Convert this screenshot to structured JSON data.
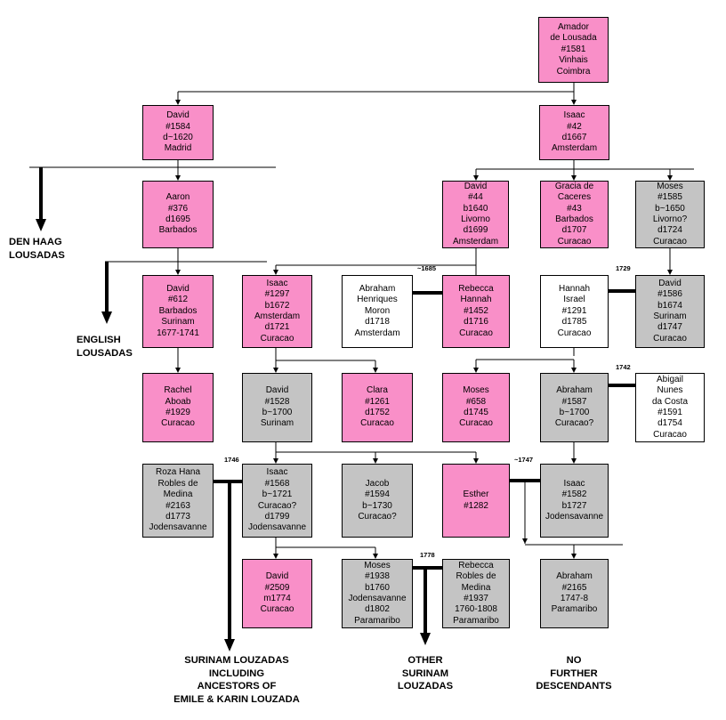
{
  "boxes": [
    {
      "id": "amador",
      "fill": "pink",
      "lines": [
        "Amador",
        "de Lousada",
        "#1581",
        "Vinhais",
        "Coimbra"
      ]
    },
    {
      "id": "david-1584",
      "fill": "pink",
      "lines": [
        "David",
        "#1584",
        "d~1620",
        "Madrid"
      ]
    },
    {
      "id": "isaac-42",
      "fill": "pink",
      "lines": [
        "Isaac",
        "#42",
        "d1667",
        "Amsterdam"
      ]
    },
    {
      "id": "aaron-376",
      "fill": "pink",
      "lines": [
        "Aaron",
        "#376",
        "d1695",
        "Barbados"
      ]
    },
    {
      "id": "david-44",
      "fill": "pink",
      "lines": [
        "David",
        "#44",
        "b1640",
        "Livorno",
        "d1699",
        "Amsterdam"
      ]
    },
    {
      "id": "gracia-43",
      "fill": "pink",
      "lines": [
        "Gracia de",
        "Caceres",
        "#43",
        "Barbados",
        "d1707",
        "Curacao"
      ]
    },
    {
      "id": "moses-1585",
      "fill": "gray",
      "lines": [
        "Moses",
        "#1585",
        "b~1650",
        "Livorno?",
        "d1724",
        "Curacao"
      ]
    },
    {
      "id": "david-612",
      "fill": "pink",
      "lines": [
        "David",
        "#612",
        "Barbados",
        "Surinam",
        "1677-1741"
      ]
    },
    {
      "id": "isaac-1297",
      "fill": "pink",
      "lines": [
        "Isaac",
        "#1297",
        "b1672",
        "Amsterdam",
        "d1721",
        "Curacao"
      ]
    },
    {
      "id": "abraham-moron",
      "fill": "white",
      "lines": [
        "Abraham",
        "Henriques",
        "Moron",
        "d1718",
        "Amsterdam"
      ]
    },
    {
      "id": "rebecca-1452",
      "fill": "pink",
      "lines": [
        "Rebecca",
        "Hannah",
        "#1452",
        "d1716",
        "Curacao"
      ]
    },
    {
      "id": "hannah-1291",
      "fill": "white",
      "lines": [
        "Hannah",
        "Israel",
        "#1291",
        "d1785",
        "Curacao"
      ]
    },
    {
      "id": "david-1586",
      "fill": "gray",
      "lines": [
        "David",
        "#1586",
        "b1674",
        "Surinam",
        "d1747",
        "Curacao"
      ]
    },
    {
      "id": "rachel-1929",
      "fill": "pink",
      "lines": [
        "Rachel",
        "Aboab",
        "#1929",
        "Curacao"
      ]
    },
    {
      "id": "david-1528",
      "fill": "gray",
      "lines": [
        "David",
        "#1528",
        "b~1700",
        "Surinam"
      ]
    },
    {
      "id": "clara-1261",
      "fill": "pink",
      "lines": [
        "Clara",
        "#1261",
        "d1752",
        "Curacao"
      ]
    },
    {
      "id": "moses-658",
      "fill": "pink",
      "lines": [
        "Moses",
        "#658",
        "d1745",
        "Curacao"
      ]
    },
    {
      "id": "abraham-1587",
      "fill": "gray",
      "lines": [
        "Abraham",
        "#1587",
        "b~1700",
        "Curacao?"
      ]
    },
    {
      "id": "abigail-1591",
      "fill": "white",
      "lines": [
        "Abigail",
        "Nunes",
        "da Costa",
        "#1591",
        "d1754",
        "Curacao"
      ]
    },
    {
      "id": "roza-2163",
      "fill": "gray",
      "lines": [
        "Roza Hana",
        "Robles de",
        "Medina",
        "#2163",
        "d1773",
        "Jodensavanne"
      ]
    },
    {
      "id": "isaac-1568",
      "fill": "gray",
      "lines": [
        "Isaac",
        "#1568",
        "b~1721",
        "Curacao?",
        "d1799",
        "Jodensavanne"
      ]
    },
    {
      "id": "jacob-1594",
      "fill": "gray",
      "lines": [
        "Jacob",
        "#1594",
        "b~1730",
        "Curacao?"
      ]
    },
    {
      "id": "esther-1282",
      "fill": "pink",
      "lines": [
        "Esther",
        "#1282"
      ]
    },
    {
      "id": "isaac-1582",
      "fill": "gray",
      "lines": [
        "Isaac",
        "#1582",
        "b1727",
        "Jodensavanne"
      ]
    },
    {
      "id": "david-2509",
      "fill": "pink",
      "lines": [
        "David",
        "#2509",
        "m1774",
        "Curacao"
      ]
    },
    {
      "id": "moses-1938",
      "fill": "gray",
      "lines": [
        "Moses",
        "#1938",
        "b1760",
        "Jodensavanne",
        "d1802",
        "Paramaribo"
      ]
    },
    {
      "id": "rebecca-1937",
      "fill": "gray",
      "lines": [
        "Rebecca",
        "Robles de",
        "Medina",
        "#1937",
        "1760-1808",
        "Paramaribo"
      ]
    },
    {
      "id": "abraham-2165",
      "fill": "gray",
      "lines": [
        "Abraham",
        "#2165",
        "1747-8",
        "Paramaribo"
      ]
    }
  ],
  "marriage_years": [
    "~1685",
    "1729",
    "1742",
    "1746",
    "~1747",
    "1778"
  ],
  "branch_labels": {
    "den_haag": [
      "DEN HAAG",
      "LOUSADAS"
    ],
    "english": [
      "ENGLISH",
      "LOUSADAS"
    ],
    "surinam": [
      "SURINAM LOUZADAS",
      "INCLUDING",
      "ANCESTORS OF",
      "EMILE & KARIN LOUZADA"
    ],
    "other_surinam": [
      "OTHER",
      "SURINAM",
      "LOUZADAS"
    ],
    "no_descendants": [
      "NO",
      "FURTHER",
      "DESCENDANTS"
    ]
  },
  "colors": {
    "pink": "#f98fc8",
    "gray": "#c4c4c4",
    "white": "#ffffff",
    "line": "#000000"
  }
}
